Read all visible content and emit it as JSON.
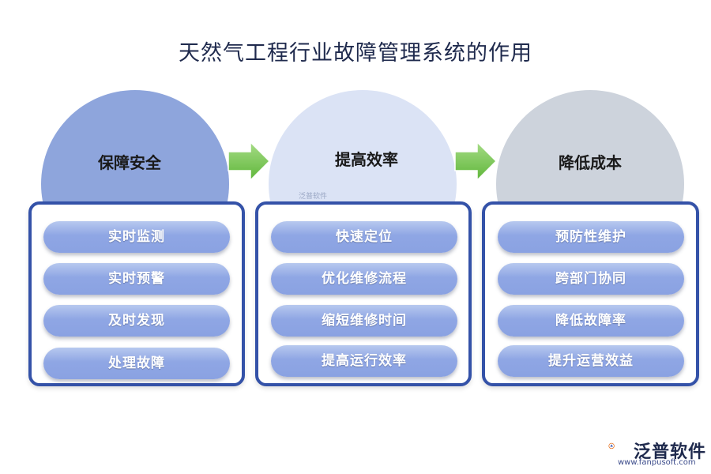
{
  "title": "天然气工程行业故障管理系统的作用",
  "columns": [
    {
      "heading": "保障安全",
      "items": [
        "实时监测",
        "实时预警",
        "及时发现",
        "处理故障"
      ],
      "circle_color": "#8ea5dc"
    },
    {
      "heading": "提高效率",
      "items": [
        "快速定位",
        "优化维修流程",
        "缩短维修时间",
        "提高运行效率"
      ],
      "circle_color": "#dbe3f5"
    },
    {
      "heading": "降低成本",
      "items": [
        "预防性维护",
        "跨部门协同",
        "降低故障率",
        "提升运营效益"
      ],
      "circle_color": "#cdd3dc"
    }
  ],
  "colors": {
    "box_border": "#3452a8",
    "arrow": "#6cc24a",
    "pill": "#8fa6e4"
  },
  "watermark": "泛普软件",
  "logo": {
    "name": "泛普软件",
    "url": "www.fanpusoft.com"
  }
}
